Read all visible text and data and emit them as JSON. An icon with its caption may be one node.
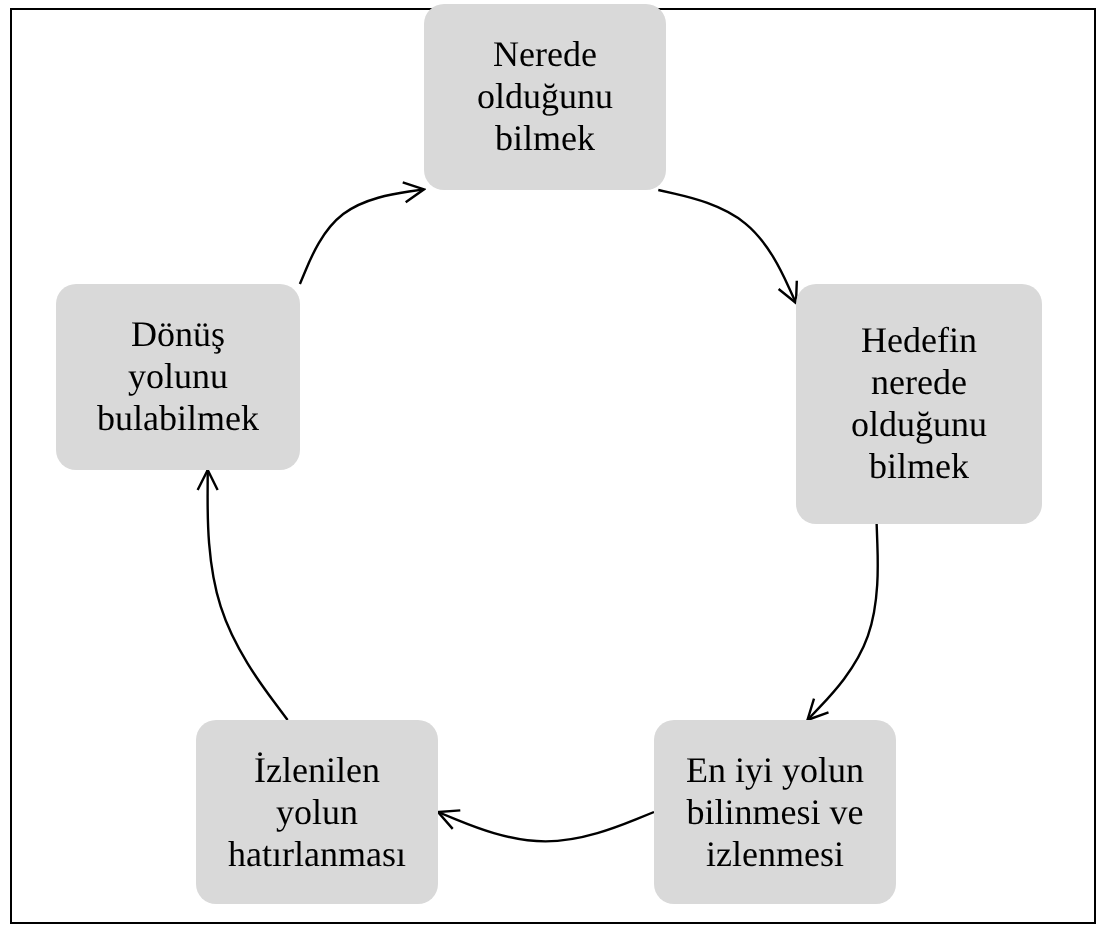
{
  "diagram": {
    "nodes": [
      {
        "text": [
          "Nerede olduğunu bilmek"
        ]
      },
      {
        "text": [
          "Hedefin nerede olduğunu bilmek"
        ]
      },
      {
        "text": [
          "En iyi yolun bilinmesi ve izlenmesi"
        ]
      },
      {
        "text": [
          "İzlenilen yolun hatırlanması"
        ]
      },
      {
        "text": [
          "Dönüş yolunu bulabilmek"
        ]
      }
    ],
    "edges": [
      {
        "from": 0,
        "to": 1,
        "arrow": "to"
      },
      {
        "from": 1,
        "to": 2,
        "arrow": "to"
      },
      {
        "from": 2,
        "to": 3,
        "arrow": "to"
      },
      {
        "from": 3,
        "to": 4,
        "arrow": "to"
      },
      {
        "from": 4,
        "to": 0,
        "arrow": "to"
      }
    ]
  }
}
